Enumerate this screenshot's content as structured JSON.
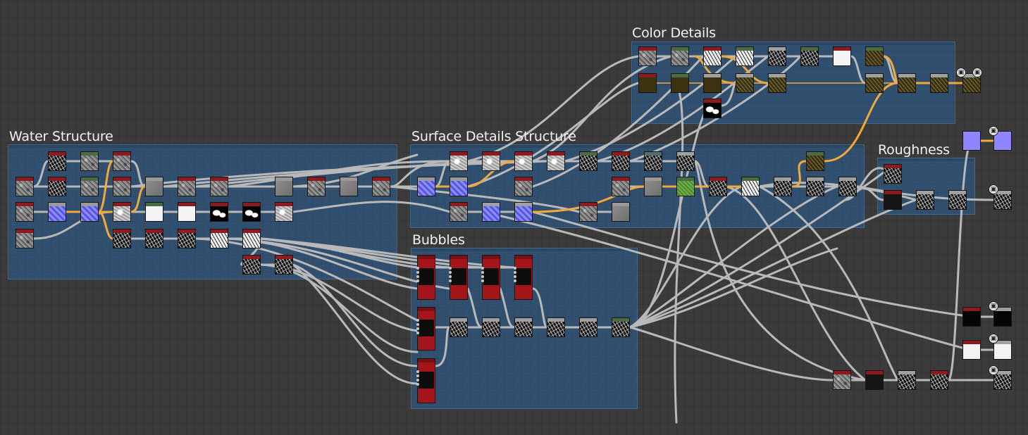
{
  "frames": [
    {
      "title": "Color Details"
    },
    {
      "title": "Water Structure"
    },
    {
      "title": "Surface Details Structure"
    },
    {
      "title": "Roughness"
    },
    {
      "title": "Bubbles"
    }
  ],
  "colors": {
    "canvas": "#3b3b3b",
    "frame_fill": "#31506f",
    "wire": "#b8b8b8",
    "wire_highlight": "#f2a93b",
    "node_header_red": "#8e1a1f",
    "node_header_gray": "#9a9a9a",
    "node_header_green": "#4b6b45",
    "node_header_teal": "#4f6e6e",
    "bubble_node": "#a3161c"
  },
  "output_badge_icon": "cube-icon"
}
